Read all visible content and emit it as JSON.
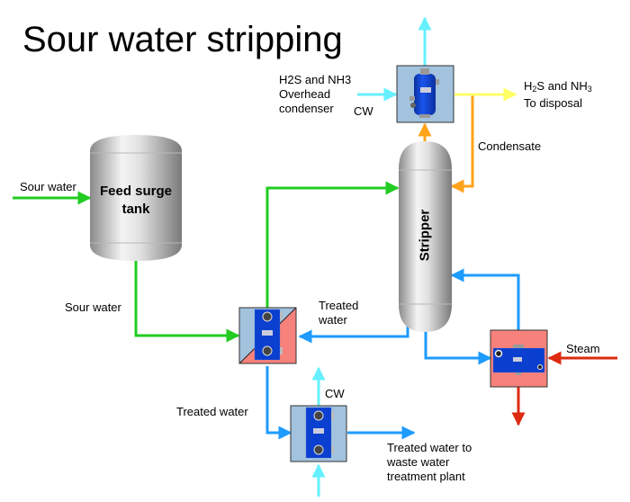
{
  "title": "Sour water stripping",
  "colors": {
    "sour_water": "#22cc22",
    "treated_water": "#1e9bff",
    "cooling_water": "#66f0ff",
    "condensate": "#ffa31a",
    "overhead_gas": "#ffff66",
    "steam": "#dd2a10",
    "exchanger_cold": "#a2c2dd",
    "exchanger_hot": "#f7817b",
    "equipment_blue": "#0a3fd0"
  },
  "equipment": {
    "feed_tank": {
      "label_line1": "Feed surge",
      "label_line2": "tank"
    },
    "stripper": {
      "label": "Stripper"
    },
    "overhead_condenser": {
      "label_line1": "H2S and NH3",
      "label_line2": "Overhead",
      "label_line3": "condenser"
    },
    "reboiler": {
      "label": ""
    },
    "feed_effluent_exchanger": {
      "label": ""
    },
    "trim_cooler": {
      "label": ""
    }
  },
  "streams": {
    "sour_water_in": "Sour water",
    "sour_water_tank_out": "Sour water",
    "cw_condenser": "CW",
    "overhead_out_line1_pre": "H",
    "overhead_out_line1_sub1": "2",
    "overhead_out_line1_mid": "S and NH",
    "overhead_out_line1_sub2": "3",
    "overhead_out_line2": "To disposal",
    "condensate": "Condensate",
    "treated_water_mid_line1": "Treated",
    "treated_water_mid_line2": "water",
    "steam": "Steam",
    "treated_water_low": "Treated water",
    "cw_cooler": "CW",
    "final_line1": "Treated water to",
    "final_line2": "waste water",
    "final_line3": "treatment plant"
  }
}
